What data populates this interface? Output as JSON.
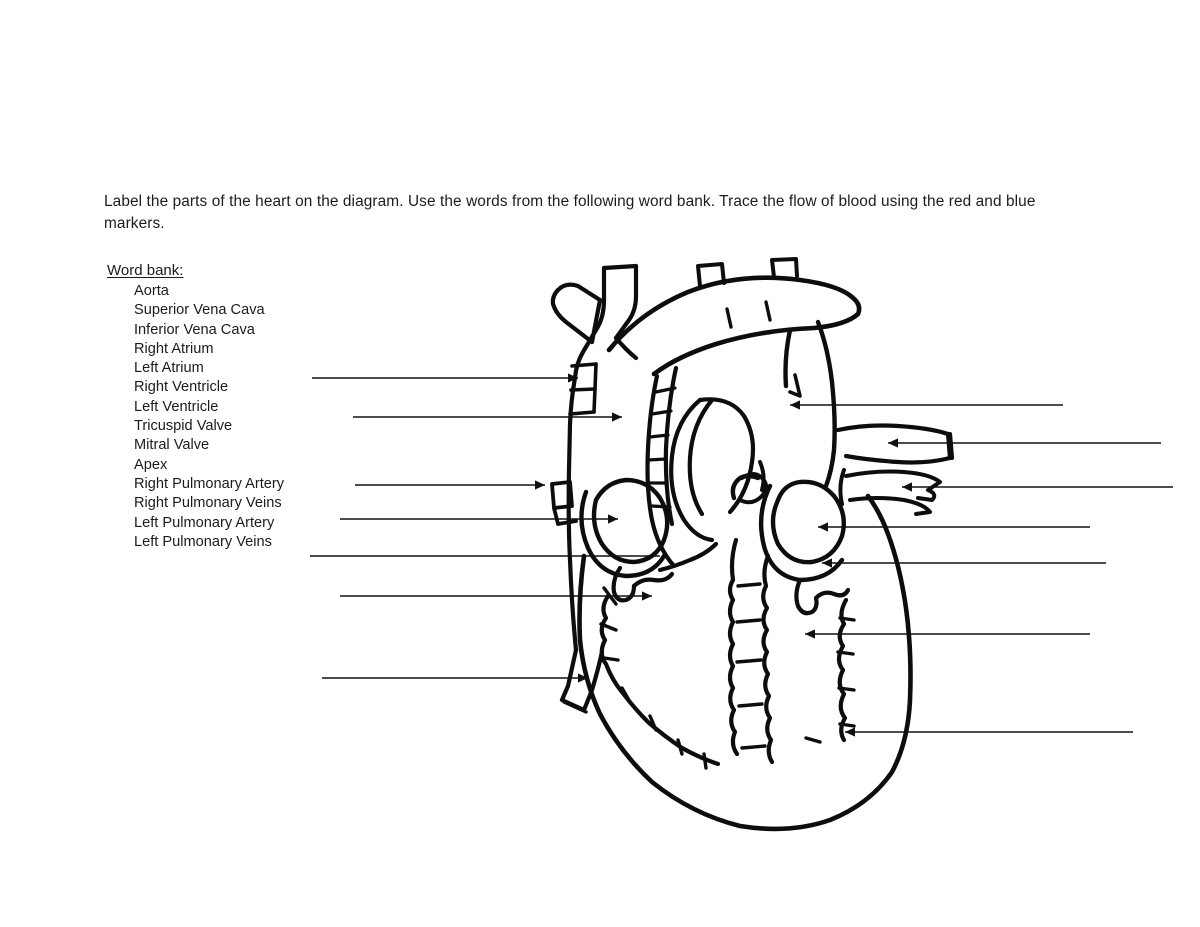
{
  "worksheet": {
    "instructions": "Label the parts of the heart on the diagram.  Use the words from the following word bank. Trace the flow of blood using the red and blue markers.",
    "word_bank": {
      "title": "Word bank:",
      "items": [
        "Aorta",
        "Superior Vena Cava",
        "Inferior Vena Cava",
        "Right Atrium",
        "Left Atrium",
        "Right Ventricle",
        "Left Ventricle",
        "Tricuspid Valve",
        "Mitral Valve",
        "Apex",
        "Right Pulmonary Artery",
        "Right Pulmonary Veins",
        "Left Pulmonary Artery",
        "Left Pulmonary Veins"
      ]
    },
    "diagram": {
      "title": "human-heart-cross-section-unlabeled",
      "ink_color": "#0d0d0d",
      "background_color": "#ffffff",
      "leader_lines": {
        "left_side_count": 7,
        "right_side_count": 7,
        "total": 14,
        "style": "blank horizontal answer lines with arrowheads pointing at heart structures"
      }
    }
  }
}
